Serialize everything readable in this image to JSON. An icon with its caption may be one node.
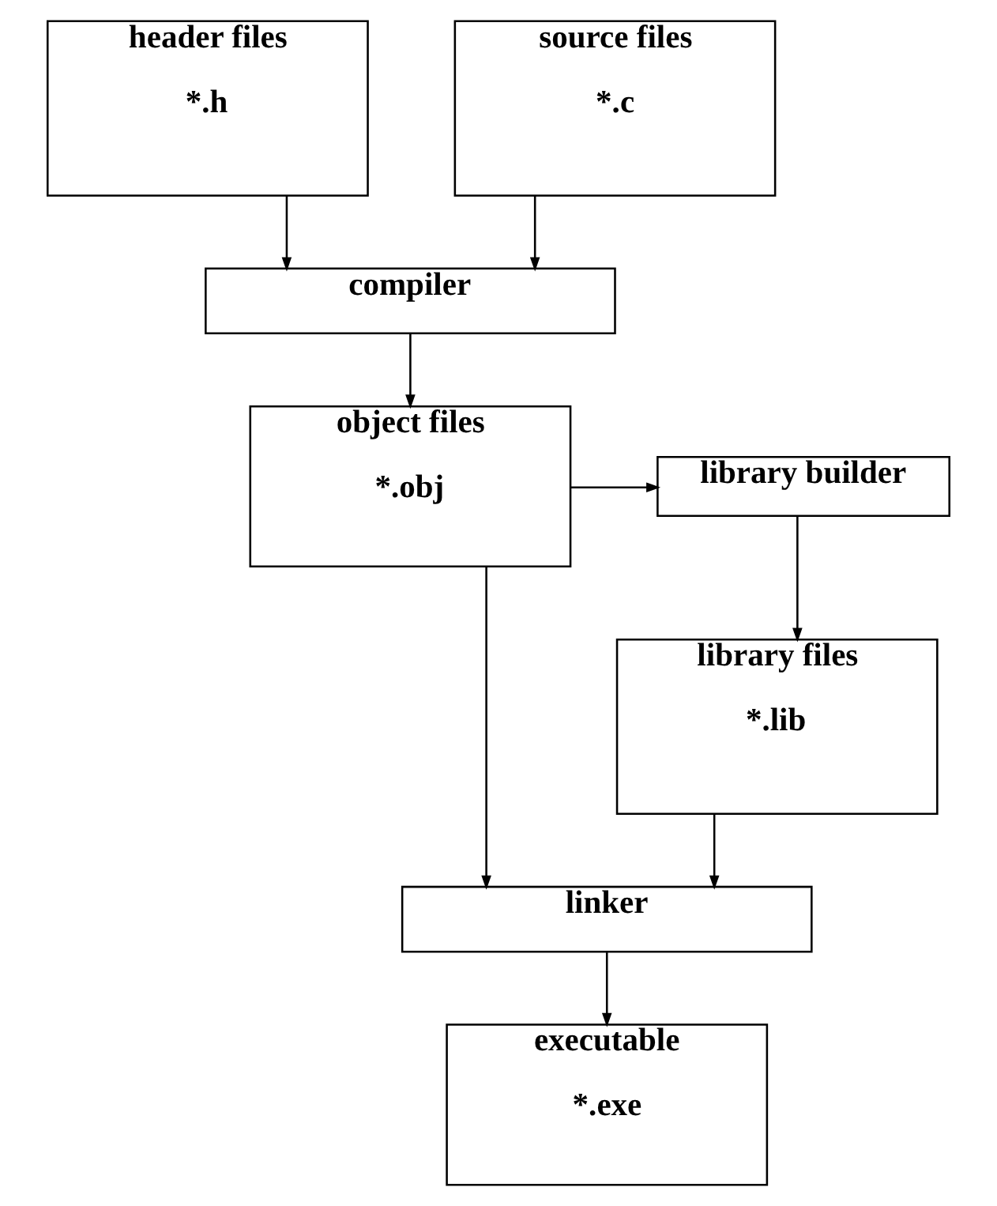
{
  "diagram": {
    "nodes": [
      {
        "text": [
          "header files",
          "*.h"
        ]
      },
      {
        "text": [
          "source files",
          "*.c"
        ]
      },
      {
        "text": [
          "compiler"
        ]
      },
      {
        "text": [
          "library builder"
        ]
      },
      {
        "text": [
          "object files",
          "*.obj"
        ]
      },
      {
        "text": [
          "library files",
          "*.lib"
        ]
      },
      {
        "text": [
          "linker"
        ]
      },
      {
        "text": [
          "executable",
          "*.exe"
        ]
      }
    ],
    "edges": [
      {
        "from": 0,
        "to": 2,
        "arrow": "to"
      },
      {
        "from": 1,
        "to": 2,
        "arrow": "to"
      },
      {
        "from": 2,
        "to": 4,
        "arrow": "to"
      },
      {
        "from": 4,
        "to": 3,
        "arrow": "to"
      },
      {
        "from": 3,
        "to": 5,
        "arrow": "to"
      },
      {
        "from": 5,
        "to": 6,
        "arrow": "to"
      },
      {
        "from": 4,
        "to": 6,
        "arrow": "to"
      },
      {
        "from": 6,
        "to": 7,
        "arrow": "to"
      }
    ]
  }
}
